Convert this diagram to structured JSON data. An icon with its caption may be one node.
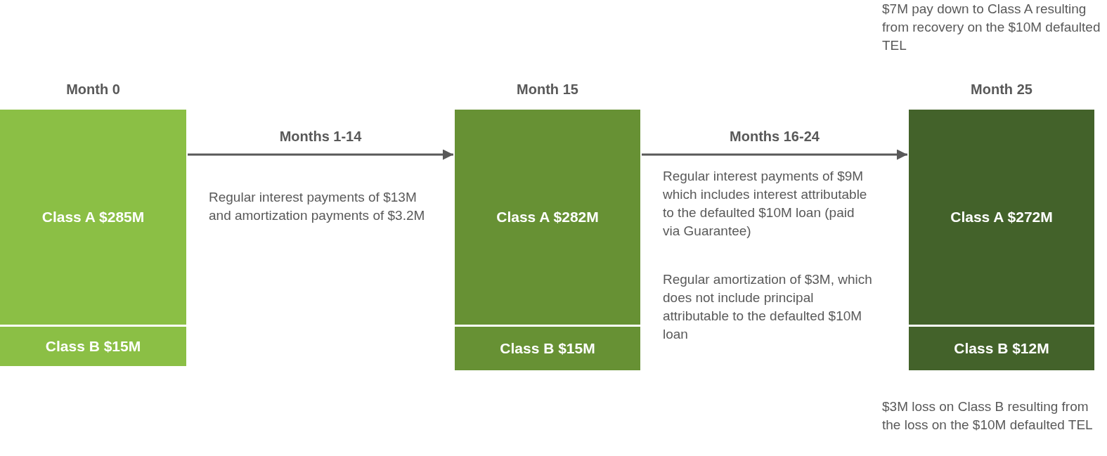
{
  "diagram": {
    "nodes": [
      {
        "text": [
          "Month 0"
        ]
      },
      {
        "text": [
          "Class A $285M"
        ],
        "in": 0
      },
      {
        "text": [
          "Class B $15M"
        ],
        "in": 0
      },
      {
        "text": [
          "Month 15"
        ]
      },
      {
        "text": [
          "Class A $282M"
        ],
        "in": 3
      },
      {
        "text": [
          "Class B $15M"
        ],
        "in": 3
      },
      {
        "text": [
          "Month 25"
        ]
      },
      {
        "text": [
          "Class A $272M"
        ],
        "in": 6
      },
      {
        "text": [
          "Class B $12M"
        ],
        "in": 6
      }
    ],
    "edges": [
      {
        "from": 0,
        "to": 3,
        "arrow": "to",
        "label": "Months 1-14"
      },
      {
        "from": 3,
        "to": 6,
        "arrow": "to",
        "label": "Months 16-24"
      }
    ],
    "labels": [
      "$7M pay down to Class A resulting from recovery on the $10M defaulted TEL",
      "Regular interest payments of $13M and amortization payments of $3.2M",
      "Regular interest payments of $9M which includes interest attributable to the defaulted $10M loan (paid via Guarantee)",
      "Regular amortization of $3M, which does not include principal attributable to the defaulted $10M loan",
      "$3M loss on Class B resulting from the loss on the $10M defaulted TEL"
    ]
  }
}
